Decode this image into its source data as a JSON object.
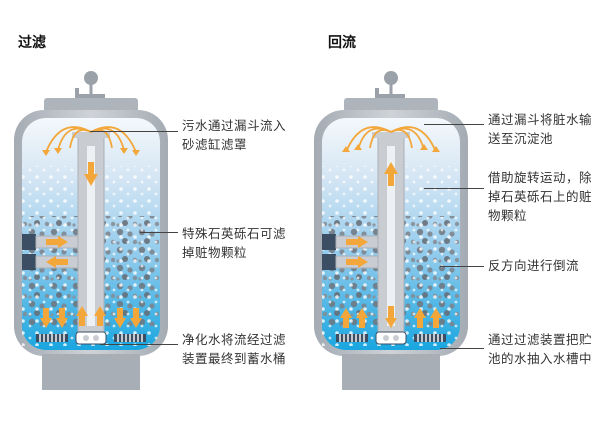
{
  "panels": [
    {
      "title": "过滤",
      "mode": "filter",
      "labels": [
        "污水通过漏斗流入砂滤缸滤罩",
        "特殊石英砾石可滤掉赃物颗粒",
        "净化水将流经过滤装置最终到蓄水桶"
      ]
    },
    {
      "title": "回流",
      "mode": "backwash",
      "labels": [
        "通过漏斗将脏水输送至沉淀池",
        "借助旋转运动，除掉石英砾石上的赃物颗粒",
        "反方向进行倒流",
        "通过过滤装置把贮池的水抽入水槽中"
      ]
    }
  ],
  "colors": {
    "tank_shell": "#b9bfc6",
    "water_top": "#dbe9f6",
    "water_bottom": "#1aa7e0",
    "arrow": "#f3a73a",
    "pipe": "#c9cdd2",
    "pipe_dark": "#3c4e63",
    "gravel": "#6c727a"
  }
}
